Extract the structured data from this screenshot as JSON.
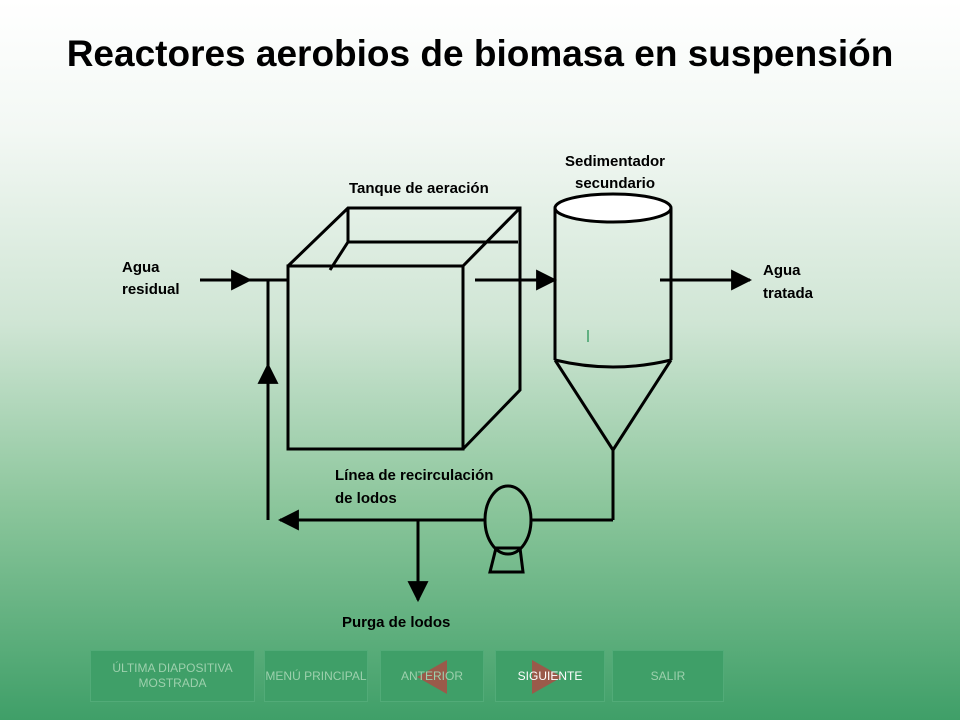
{
  "title": "Reactores aerobios de biomasa en suspensión",
  "labels": {
    "influent_line1": "Agua",
    "influent_line2": "residual",
    "aeration_tank": "Tanque de aeración",
    "clarifier_line1": "Sedimentador",
    "clarifier_line2": "secundario",
    "effluent_line1": "Agua",
    "effluent_line2": "tratada",
    "recirc_line1": "Línea de recirculación",
    "recirc_line2": "de lodos",
    "purge": "Purga de lodos"
  },
  "nav": {
    "last_slide": "ÚLTIMA DIAPOSITIVA MOSTRADA",
    "main_menu": "MENÚ PRINCIPAL",
    "previous": "ANTERIOR",
    "next": "SIGUIENTE",
    "exit": "SALIR"
  },
  "colors": {
    "nav_background": "#3f9f68",
    "nav_text": "#9dd0ad",
    "nav_active_text": "#ffffff",
    "line": "#000000"
  }
}
